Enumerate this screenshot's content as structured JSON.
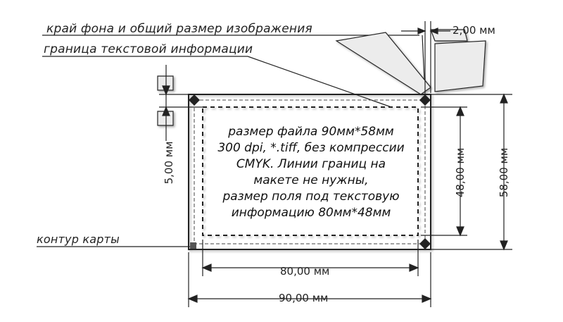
{
  "labels": {
    "bleed_edge": "край фона и общий размер изображения",
    "text_boundary": "граница текстовой информации",
    "card_outline": "контур карты"
  },
  "body_lines": [
    "размер файла 90мм*58мм",
    "300 dpi, *.tiff, без компрессии",
    "CMYK. Линии границ на",
    "макете не нужны,",
    "размер поля под текстовую",
    "информацию 80мм*48мм"
  ],
  "dimensions": {
    "bleed": "2,00 мм",
    "margin": "5,00 мм",
    "inner_width": "80,00 мм",
    "outer_width": "90,00 мм",
    "inner_height": "48,00 мм",
    "outer_height": "58,00 мм"
  },
  "colors": {
    "line": "#222222",
    "arrow_fill": "#e8e8e8",
    "shadow": "#9a9a9a"
  }
}
